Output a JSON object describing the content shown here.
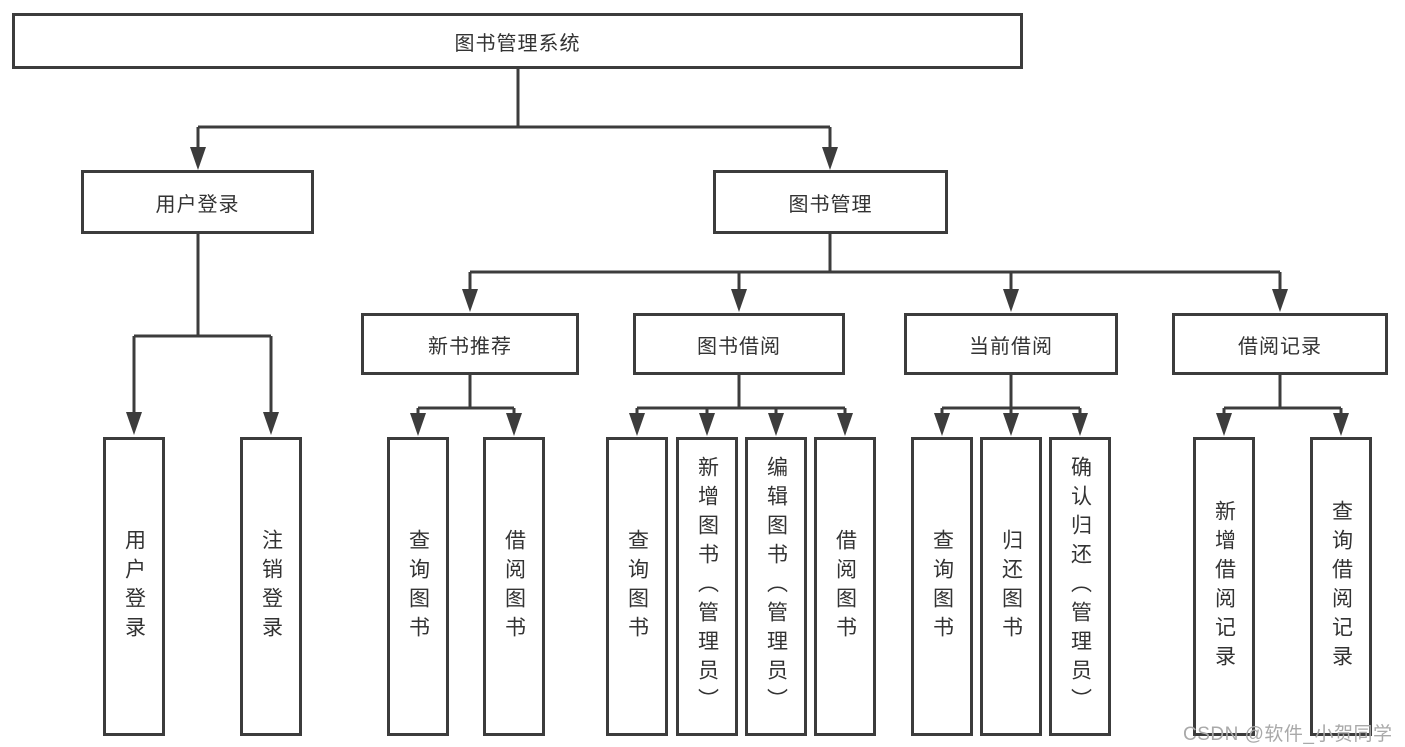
{
  "tree": {
    "root": {
      "label": "图书管理系统",
      "children": [
        {
          "label": "用户登录",
          "children": [
            {
              "label": "用户登录"
            },
            {
              "label": "注销登录"
            }
          ]
        },
        {
          "label": "图书管理",
          "children": [
            {
              "label": "新书推荐",
              "children": [
                {
                  "label": "查询图书"
                },
                {
                  "label": "借阅图书"
                }
              ]
            },
            {
              "label": "图书借阅",
              "children": [
                {
                  "label": "查询图书"
                },
                {
                  "label": "新增图书（管理员）"
                },
                {
                  "label": "编辑图书（管理员）"
                },
                {
                  "label": "借阅图书"
                }
              ]
            },
            {
              "label": "当前借阅",
              "children": [
                {
                  "label": "查询图书"
                },
                {
                  "label": "归还图书"
                },
                {
                  "label": "确认归还（管理员）"
                }
              ]
            },
            {
              "label": "借阅记录",
              "children": [
                {
                  "label": "新增借阅记录"
                },
                {
                  "label": "查询借阅记录"
                }
              ]
            }
          ]
        }
      ]
    }
  },
  "watermark": {
    "text": "CSDN @软件_小贺同学"
  },
  "colors": {
    "line": "#3c3c3c",
    "text": "#333333",
    "watermark": "#a9a9a9",
    "background": "#ffffff"
  }
}
